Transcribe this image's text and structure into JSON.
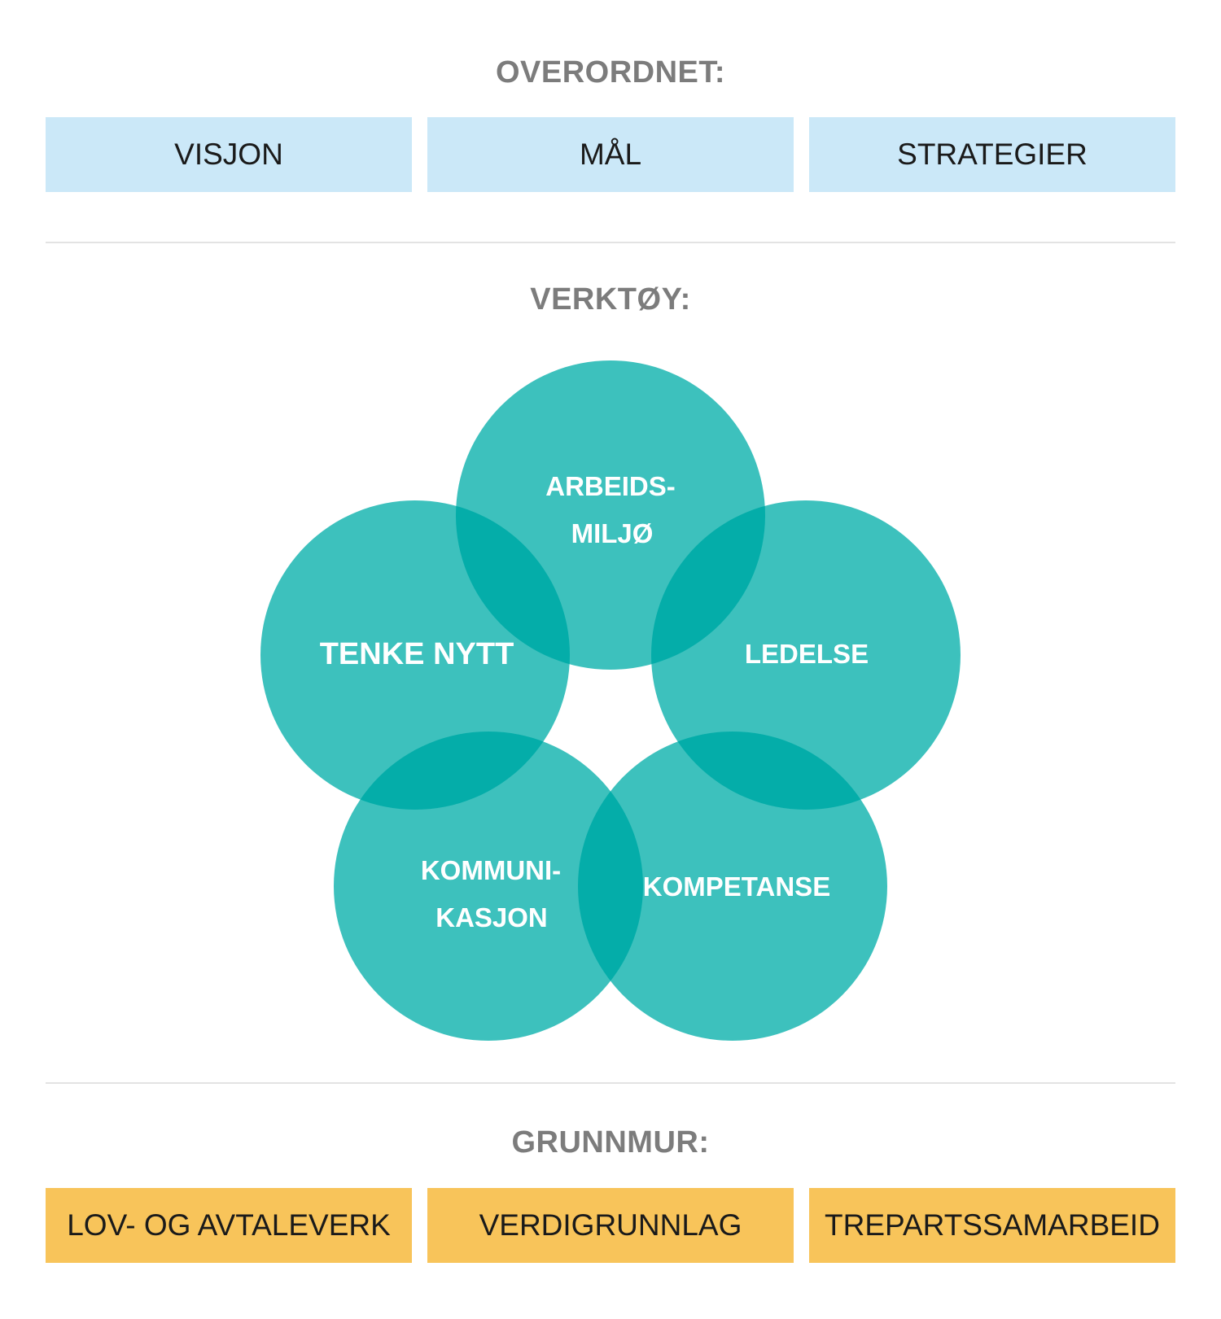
{
  "overordnet": {
    "title": "OVERORDNET:",
    "boxes": [
      "VISJON",
      "MÅL",
      "STRATEGIER"
    ]
  },
  "verktoy": {
    "title": "VERKTØY:",
    "circles": {
      "arbeidsmiljo": {
        "line1": "ARBEIDS-",
        "line2": "MILJØ"
      },
      "ledelse": {
        "line1": "LEDELSE"
      },
      "kompetanse": {
        "line1": "KOMPETANSE"
      },
      "kommunikasjon": {
        "line1": "KOMMUNI-",
        "line2": "KASJON"
      },
      "tenke_nytt": {
        "line1": "TENKE NYTT"
      }
    },
    "colors": {
      "circle": "#3dc1bd",
      "overlap": "#04ada9",
      "label": "#ffffff"
    }
  },
  "grunnmur": {
    "title": "GRUNNMUR:",
    "boxes": [
      "LOV- OG AVTALEVERK",
      "VERDIGRUNNLAG",
      "TREPARTSSAMARBEID"
    ]
  },
  "colors": {
    "title_gray": "#7c7c7c",
    "top_box": "#cbe8f8",
    "bottom_box": "#f8c45a",
    "divider": "#e3e3e3"
  }
}
